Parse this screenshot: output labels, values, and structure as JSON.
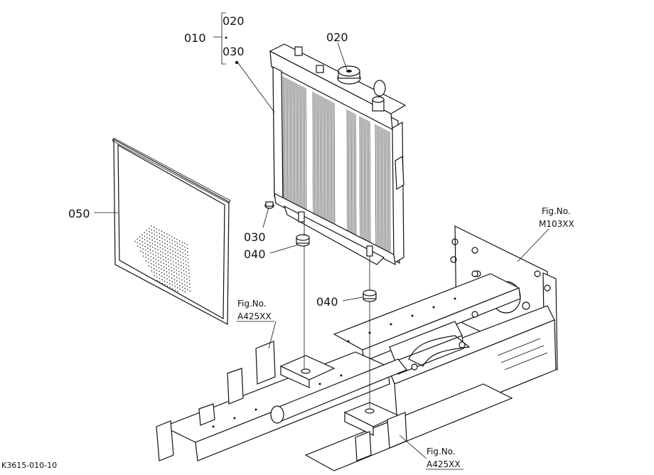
{
  "callouts": {
    "group_010": "010",
    "group_020": "020",
    "group_030": "030",
    "cap_020": "020",
    "bolt_030": "030",
    "cushion_040_left": "040",
    "cushion_040_right": "040",
    "screen_050": "050"
  },
  "fig_refs": {
    "top_right": {
      "line1": "Fig.No.",
      "line2": "M103XX"
    },
    "left": {
      "line1": "Fig.No.",
      "line2": "A425XX"
    },
    "bottom": {
      "line1": "Fig.No.",
      "line2": "A425XX"
    }
  },
  "drawing_number": "K3615-010-10"
}
